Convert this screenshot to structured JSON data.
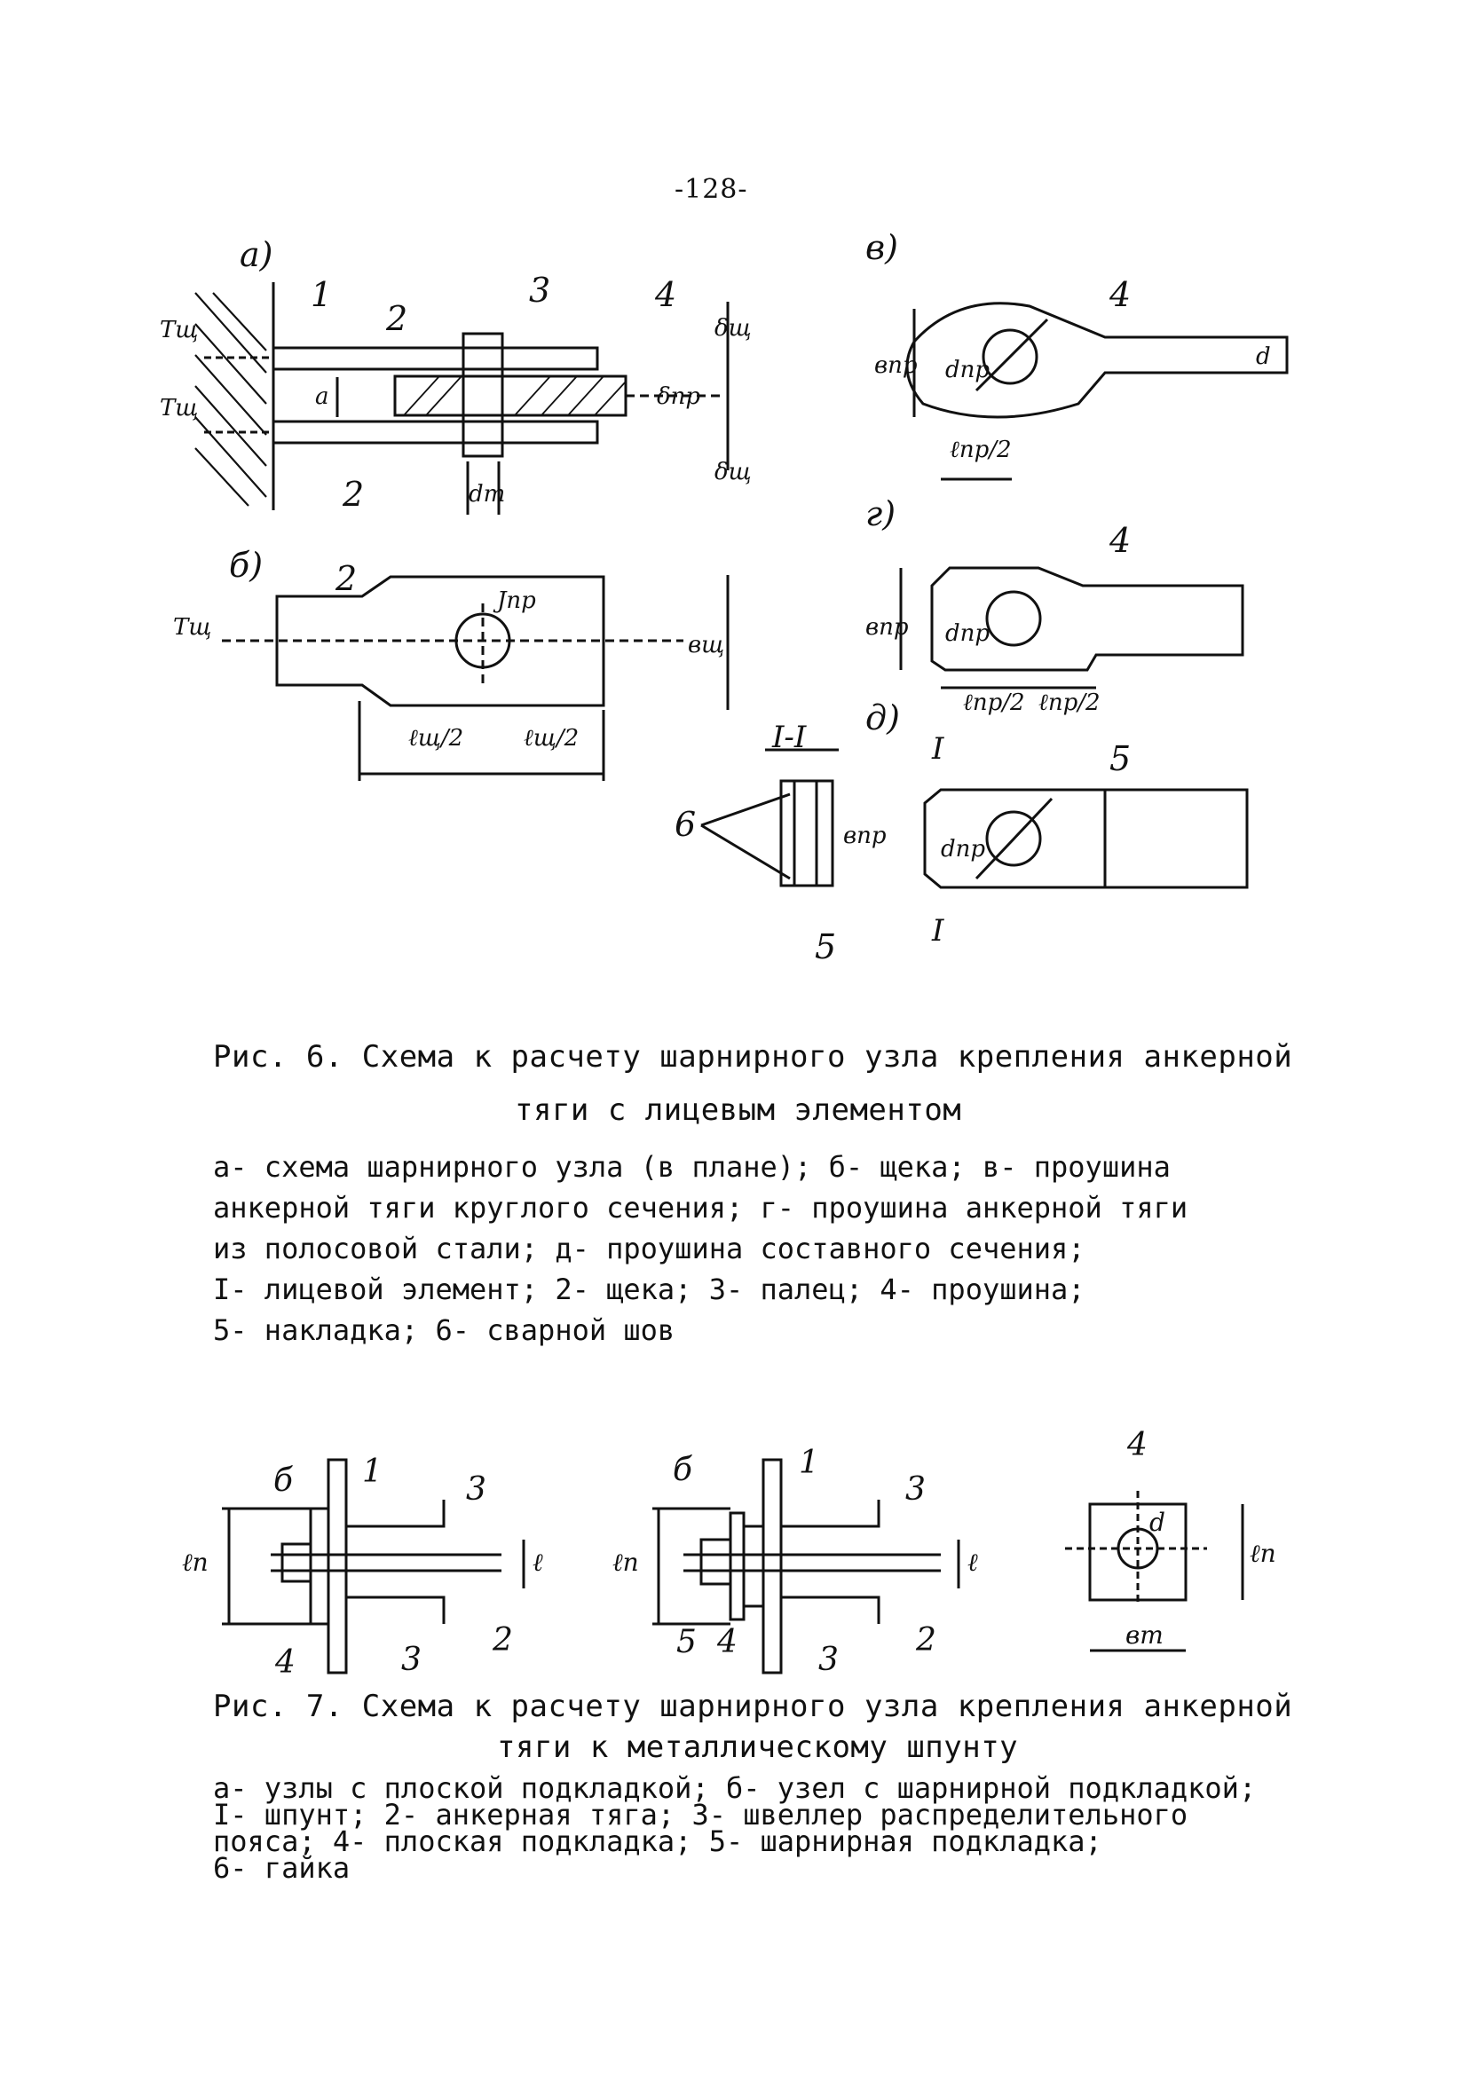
{
  "page_number": "-128-",
  "figure6": {
    "panel_labels": {
      "a": "a)",
      "b": "б)",
      "v": "в)",
      "g": "г)",
      "d": "д)"
    },
    "callouts": {
      "n1": "1",
      "n2": "2",
      "n3": "3",
      "n4": "4",
      "n5": "5",
      "n6": "6"
    },
    "dims": {
      "T_sh": "Tщ",
      "delta_sh": "δщ",
      "a": "a",
      "d_t": "dт",
      "delta_pr": "δпр",
      "J_pr": "Jпр",
      "b_sh": "вщ",
      "l_sh_half": "ℓщ/2",
      "b_pr": "впр",
      "d_pr": "dпр",
      "d": "d",
      "l_pr_half": "ℓпр/2",
      "section_label": "I-I",
      "section_mark": "I"
    },
    "caption_line1": "Рис. 6. Схема к расчету шарнирного узла крепления анкерной",
    "caption_line2": "тяги с лицевым элементом",
    "legend": [
      "а- схема шарнирного узла (в плане); б- щека; в- проушина",
      "анкерной тяги круглого сечения; г- проушина анкерной тяги",
      "из полосовой стали; д- проушина составного сечения;",
      "I- лицевой элемент; 2- щека; 3- палец; 4- проушина;",
      "5- накладка; 6- сварной шов"
    ]
  },
  "figure7": {
    "callouts": {
      "n1": "1",
      "n2": "2",
      "n3": "3",
      "n4": "4",
      "n5": "5",
      "n6": "б"
    },
    "dims": {
      "l_p": "ℓп",
      "l": "ℓ",
      "d": "d",
      "b_t": "вт"
    },
    "caption_line1": "Рис. 7. Схема к расчету шарнирного узла крепления анкерной",
    "caption_line2": "тяги к металлическому шпунту",
    "legend": [
      "а- узлы с плоской подкладкой; б- узел с шарнирной подкладкой;",
      "I- шпунт; 2- анкерная тяга; 3- швеллер распределительного",
      "пояса; 4- плоская подкладка; 5- шарнирная подкладка;",
      "6- гайка"
    ]
  }
}
